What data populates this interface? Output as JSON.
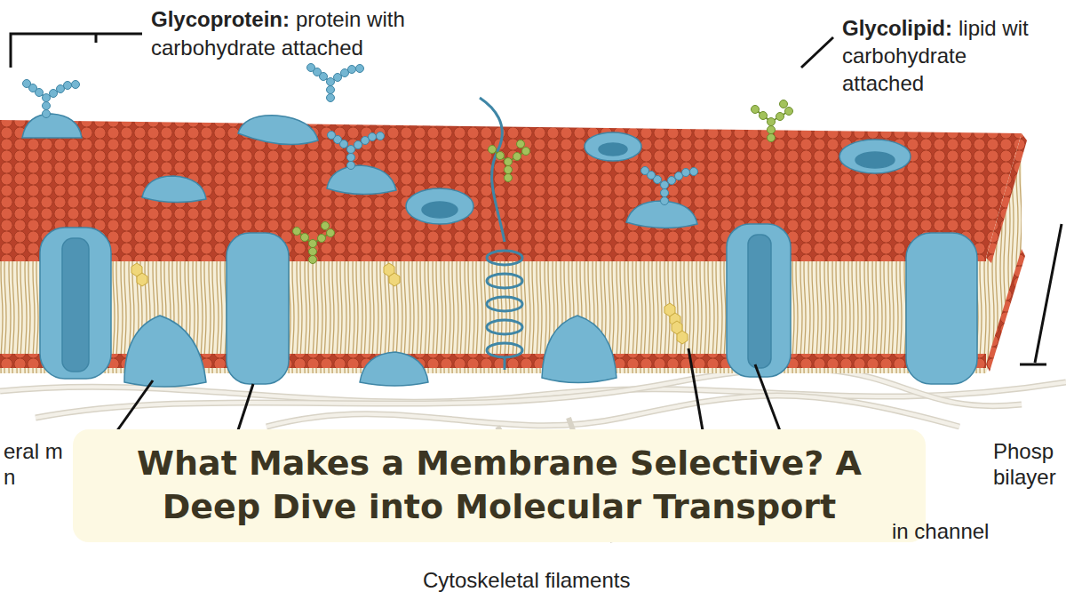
{
  "diagram": {
    "title": "What Makes a Membrane Selective? A Deep Dive into Molecular Transport",
    "labels": [
      "Glycoprotein:",
      "protein with",
      "carbohydrate attached",
      "Glycolipid:",
      "lipid wit",
      "carbohydrate attached",
      "eral m",
      "n",
      "Phosp",
      "bilayer",
      "in channel",
      "Cytoskeletal filaments"
    ]
  }
}
